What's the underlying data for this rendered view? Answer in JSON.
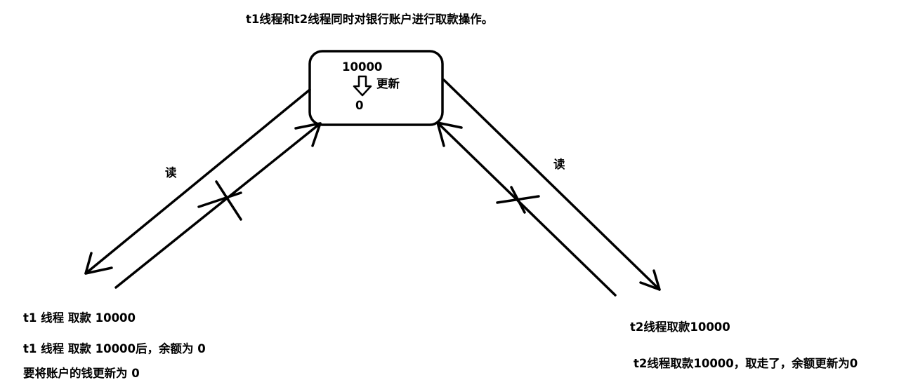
{
  "title": "t1线程和t2线程同时对银行账户进行取款操作。",
  "box": {
    "initial_value": "10000",
    "update_label": "更新",
    "final_value": "0"
  },
  "left": {
    "read_label": "读",
    "withdraw_line": "t1 线程 取款 10000",
    "after_line": "t1 线程 取款 10000后，余额为 0",
    "update_line": "要将账户的钱更新为 0"
  },
  "right": {
    "read_label": "读",
    "withdraw_line": "t2线程取款10000",
    "after_line": "t2线程取款10000，取走了，余额更新为0"
  },
  "colors": {
    "stroke": "#000000",
    "background": "#ffffff"
  },
  "icons": {
    "down_arrow": "down-arrow-icon",
    "cross_marks": "x-mark-icon"
  }
}
